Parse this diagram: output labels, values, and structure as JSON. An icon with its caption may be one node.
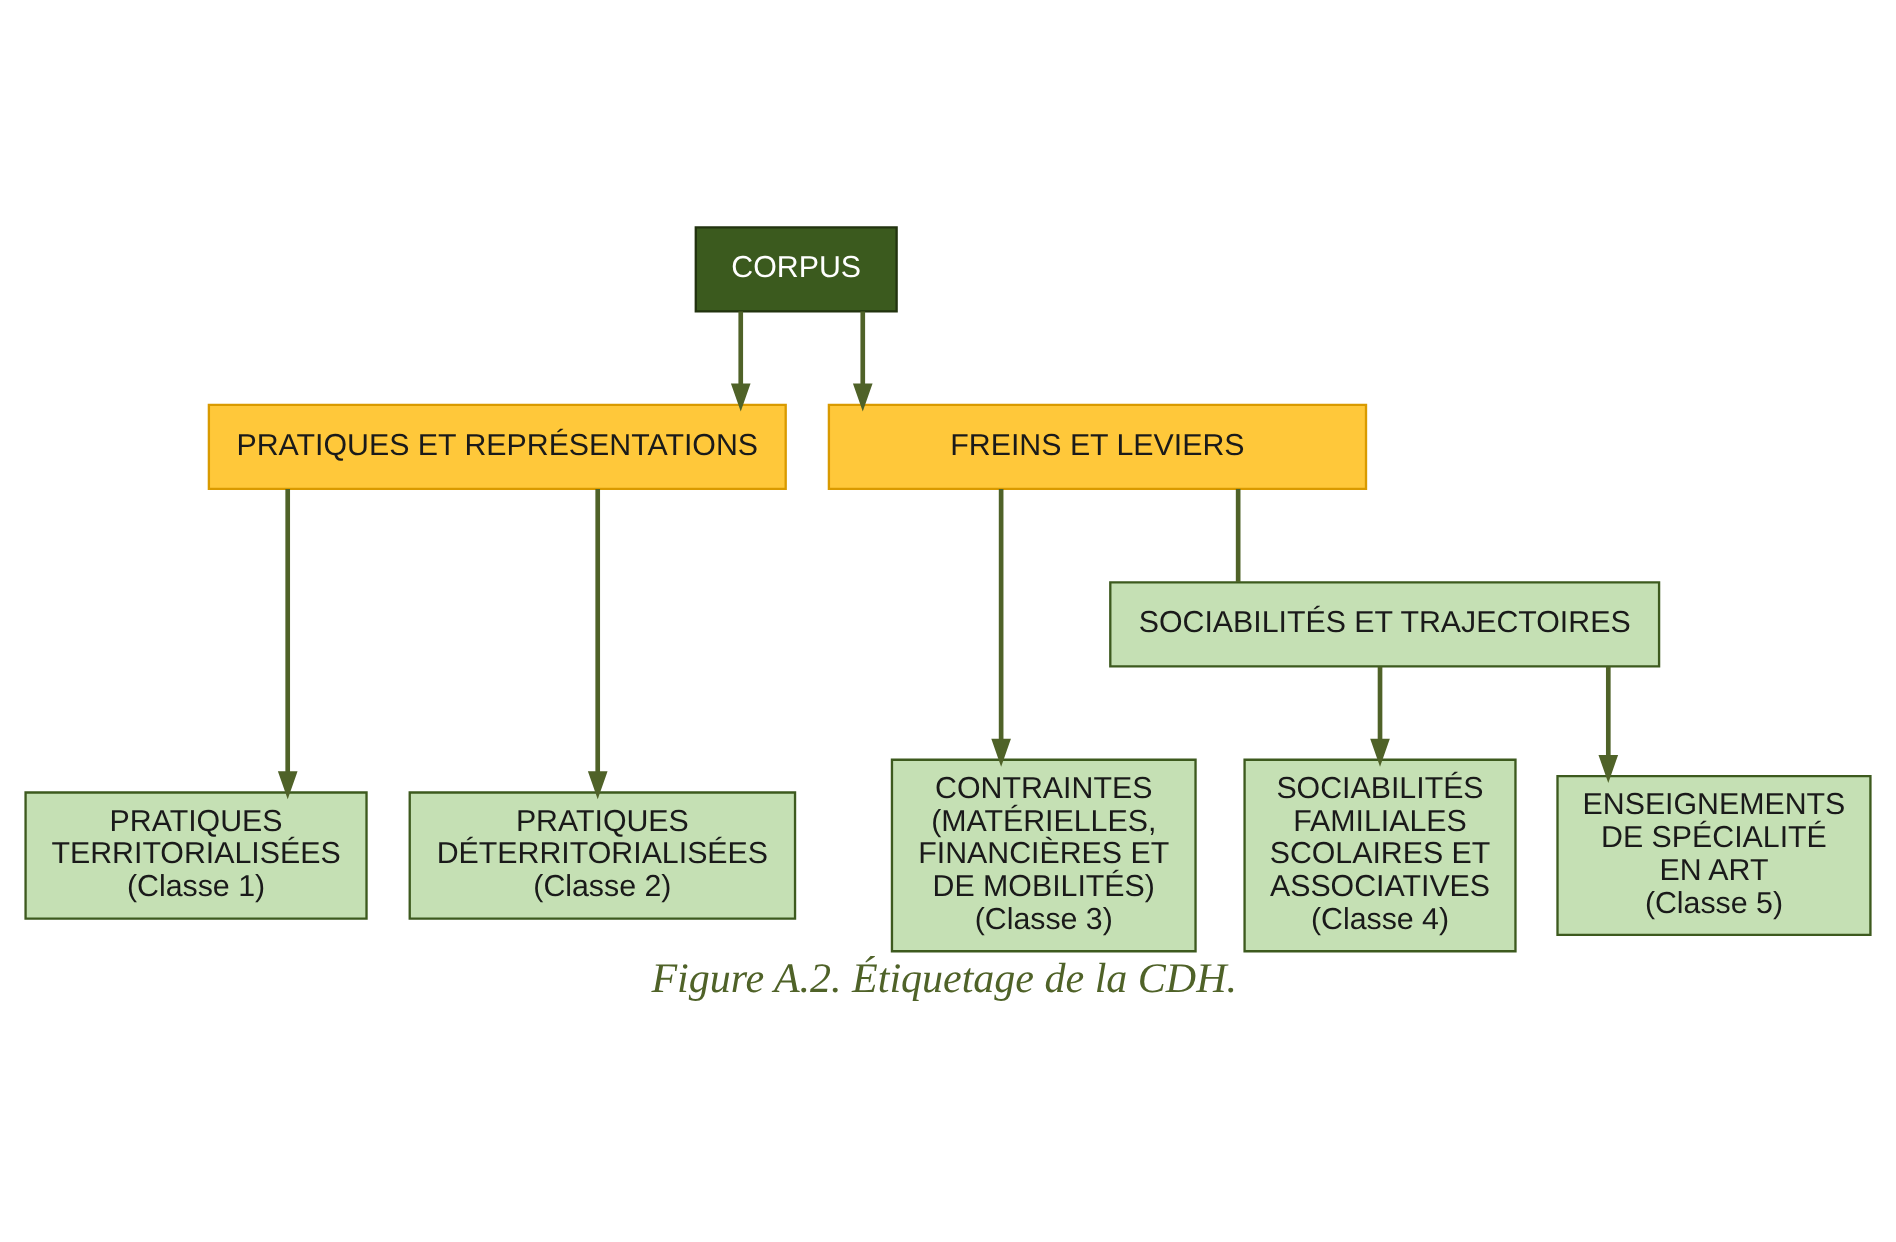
{
  "diagram": {
    "caption": "Figure A.2. Étiquetage de la CDH.",
    "nodes": [
      {
        "text": [
          "CORPUS"
        ]
      },
      {
        "text": [
          "PRATIQUES ET REPRÉSENTATIONS"
        ]
      },
      {
        "text": [
          "FREINS ET LEVIERS"
        ]
      },
      {
        "text": [
          "PRATIQUES TERRITORIALISÉES",
          "(Classe 1)"
        ]
      },
      {
        "text": [
          "PRATIQUES DÉTERRITORIALISÉES",
          "(Classe 2)"
        ]
      },
      {
        "text": [
          "CONTRAINTES (MATÉRIELLES, FINANCIÈRES ET DE MOBILITÉS)",
          "(Classe 3)"
        ]
      },
      {
        "text": [
          "SOCIABILITÉS ET TRAJECTOIRES"
        ]
      },
      {
        "text": [
          "SOCIABILITÉS FAMILIALES SCOLAIRES ET ASSOCIATIVES",
          "(Classe 4)"
        ]
      },
      {
        "text": [
          "ENSEIGNEMENTS DE SPÉCIALITÉ EN ART",
          "(Classe 5)"
        ]
      }
    ],
    "edges": [
      {
        "from": 0,
        "to": 1,
        "arrow": "to"
      },
      {
        "from": 0,
        "to": 2,
        "arrow": "to"
      },
      {
        "from": 1,
        "to": 3,
        "arrow": "to"
      },
      {
        "from": 1,
        "to": 4,
        "arrow": "to"
      },
      {
        "from": 2,
        "to": 5,
        "arrow": "to"
      },
      {
        "from": 2,
        "to": 6,
        "arrow": "none"
      },
      {
        "from": 6,
        "to": 7,
        "arrow": "to"
      },
      {
        "from": 6,
        "to": 8,
        "arrow": "to"
      }
    ]
  }
}
